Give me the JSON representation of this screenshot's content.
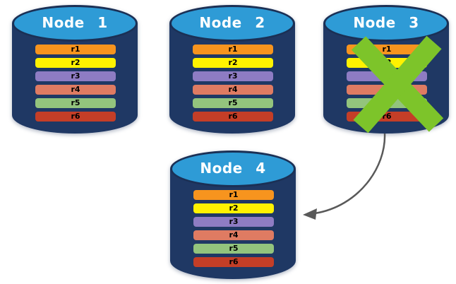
{
  "diagram": {
    "title": "database-node-replication-failover",
    "nodes": [
      {
        "title": "Node 1"
      },
      {
        "title": "Node 2"
      },
      {
        "title": "Node 3"
      },
      {
        "title": "Node 4"
      }
    ],
    "rows": [
      {
        "label": "r1",
        "color": "#f7941e"
      },
      {
        "label": "r2",
        "color": "#fff200"
      },
      {
        "label": "r3",
        "color": "#8e7cc3"
      },
      {
        "label": "r4",
        "color": "#df7b62"
      },
      {
        "label": "r5",
        "color": "#93c47d"
      },
      {
        "label": "r6",
        "color": "#c43e27"
      }
    ],
    "colors": {
      "background": "#ffffff",
      "cylinder_body": "#1f3864",
      "cylinder_top": "#2e9bd6",
      "cylinder_outline": "#1b3055",
      "title_text": "#ffffff",
      "row_text": "#000000",
      "failure_x": "#7dc42a",
      "arrow": "#595959"
    },
    "icons": {
      "failure_x_icon": "green-x-mark",
      "replication_arrow_icon": "curved-gray-arrow"
    }
  }
}
